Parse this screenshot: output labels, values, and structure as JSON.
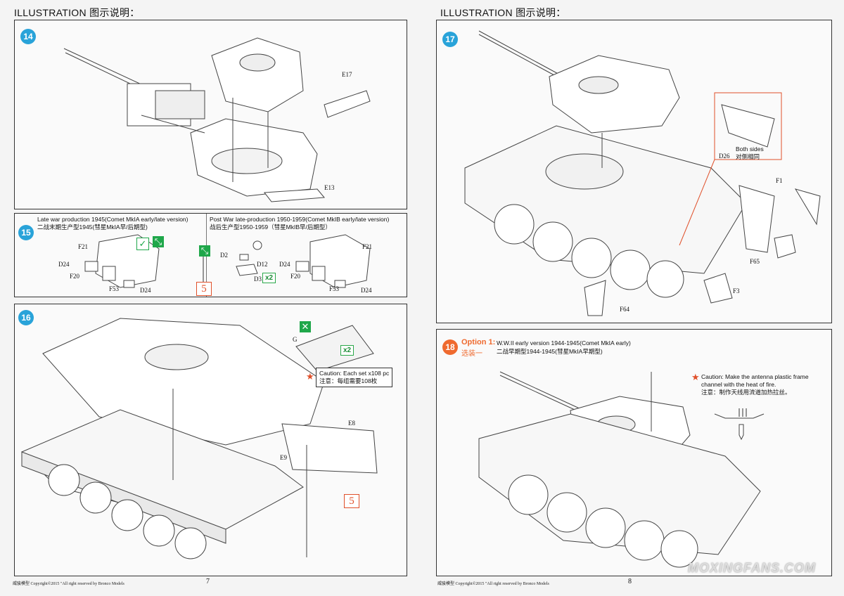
{
  "left_page": {
    "header": "ILLUSTRATION 图示说明：",
    "page_number": "7",
    "footer": "威骏模型  Copyright©2015  \"All right reserved by Bronco Models",
    "step14": {
      "number": "14",
      "parts": [
        "E17",
        "E13"
      ]
    },
    "step15": {
      "number": "15",
      "left_title_en": "Late war production 1945(Comet MkIA early/late version)",
      "left_title_cn": "二战末期生产型1945(彗星MkIA早/后期型)",
      "right_title_en": "Post War late-production 1950-1959(Comet MkIB early/late version)",
      "right_title_cn": "战后生产型1950-1959（彗星MkIB早/后期型）",
      "left_parts": [
        "F21",
        "D24",
        "F20",
        "F53",
        "D24"
      ],
      "mid_parts": [
        "D2",
        "D12",
        "D3"
      ],
      "right_parts": [
        "F21",
        "D24",
        "F20",
        "F53",
        "D24"
      ],
      "ref_box": "5",
      "multiplier": "x2"
    },
    "step16": {
      "number": "16",
      "parts": [
        "G",
        "E8",
        "E9"
      ],
      "multiplier": "x2",
      "caution_en": "Caution: Each set x108 pc",
      "caution_cn": "注意：每组需要108枚",
      "ref_box": "5"
    }
  },
  "right_page": {
    "header": "ILLUSTRATION 图示说明：",
    "page_number": "8",
    "footer": "威骏模型  Copyright©2015  \"All right reserved by Bronco Models",
    "step17": {
      "number": "17",
      "parts": [
        "D26",
        "F1",
        "F65",
        "F3",
        "F64"
      ],
      "inset_en": "Both sides",
      "inset_cn": "对侧相同"
    },
    "step18": {
      "number": "18",
      "option_label": "Option 1:",
      "option_cn": "选装一",
      "version_en": "W.W.II early version 1944-1945(Comet MkIA early)",
      "version_cn": "二战早期型1944-1945(彗星MkIA早期型)",
      "caution_en": "Caution: Make the antenna plastic frame channel with the heat of fire.",
      "caution_cn": "注意：制作天线用流道加热拉丝。"
    },
    "watermark": "MOXINGFANS.COM"
  },
  "colors": {
    "badge_blue": "#29a3d9",
    "option_orange": "#ef6a2f",
    "check_green": "#1fa74a",
    "ref_red": "#e0502a"
  }
}
